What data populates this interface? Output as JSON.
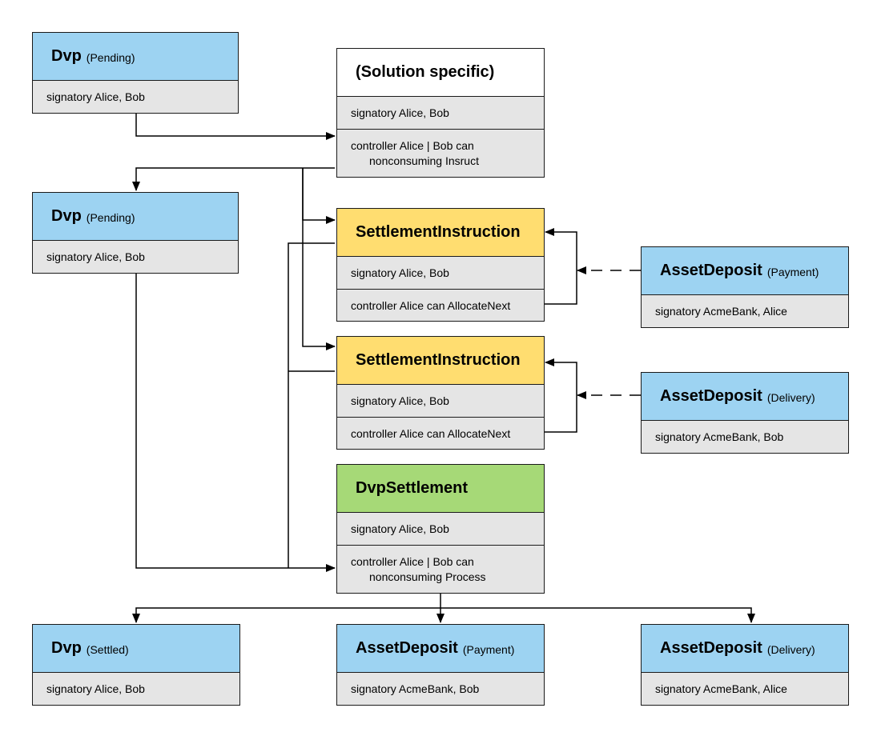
{
  "boxes": {
    "dvp_pending_top": {
      "name": "Dvp",
      "status": "(Pending)",
      "rows": [
        "signatory Alice, Bob"
      ]
    },
    "solution_specific": {
      "name": "(Solution specific)",
      "rows": [
        "signatory Alice, Bob",
        [
          "controller Alice | Bob can",
          "nonconsuming Insruct"
        ]
      ]
    },
    "dvp_pending_mid": {
      "name": "Dvp",
      "status": "(Pending)",
      "rows": [
        "signatory Alice, Bob"
      ]
    },
    "settlement_instruction_1": {
      "name": "SettlementInstruction",
      "rows": [
        "signatory Alice, Bob",
        "controller Alice can AllocateNext"
      ]
    },
    "settlement_instruction_2": {
      "name": "SettlementInstruction",
      "rows": [
        "signatory Alice, Bob",
        "controller Alice can AllocateNext"
      ]
    },
    "asset_deposit_payment_in": {
      "name": "AssetDeposit",
      "status": "(Payment)",
      "rows": [
        "signatory AcmeBank, Alice"
      ]
    },
    "asset_deposit_delivery_in": {
      "name": "AssetDeposit",
      "status": "(Delivery)",
      "rows": [
        "signatory AcmeBank, Bob"
      ]
    },
    "dvp_settlement": {
      "name": "DvpSettlement",
      "rows": [
        "signatory Alice, Bob",
        [
          "controller Alice | Bob can",
          "nonconsuming Process"
        ]
      ]
    },
    "dvp_settled": {
      "name": "Dvp",
      "status": "(Settled)",
      "rows": [
        "signatory Alice, Bob"
      ]
    },
    "asset_deposit_payment_out": {
      "name": "AssetDeposit",
      "status": "(Payment)",
      "rows": [
        "signatory AcmeBank, Bob"
      ]
    },
    "asset_deposit_delivery_out": {
      "name": "AssetDeposit",
      "status": "(Delivery)",
      "rows": [
        "signatory AcmeBank, Alice"
      ]
    }
  },
  "colors": {
    "contract_blue": "#9dd3f2",
    "instruction_yellow": "#ffdd70",
    "settlement_green": "#a6d977",
    "row_gray": "#e5e5e5",
    "line": "#000000"
  }
}
